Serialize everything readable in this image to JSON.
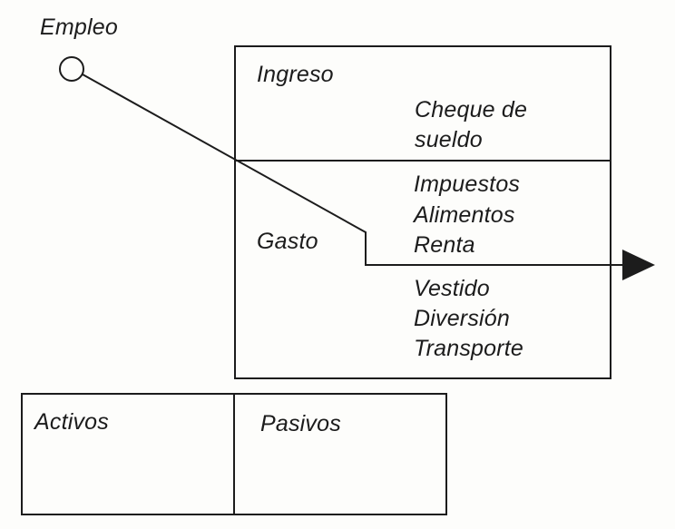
{
  "labels": {
    "employment": "Empleo",
    "income": "Ingreso",
    "paycheck_line1": "Cheque de",
    "paycheck_line2": "sueldo",
    "expense": "Gasto",
    "taxes": "Impuestos",
    "food": "Alimentos",
    "rent": "Renta",
    "clothing": "Vestido",
    "entertainment": "Diversión",
    "transport": "Transporte",
    "assets": "Activos",
    "liabilities": "Pasivos"
  },
  "colors": {
    "ink": "#1c1c1c",
    "paper": "#fdfdfb"
  }
}
